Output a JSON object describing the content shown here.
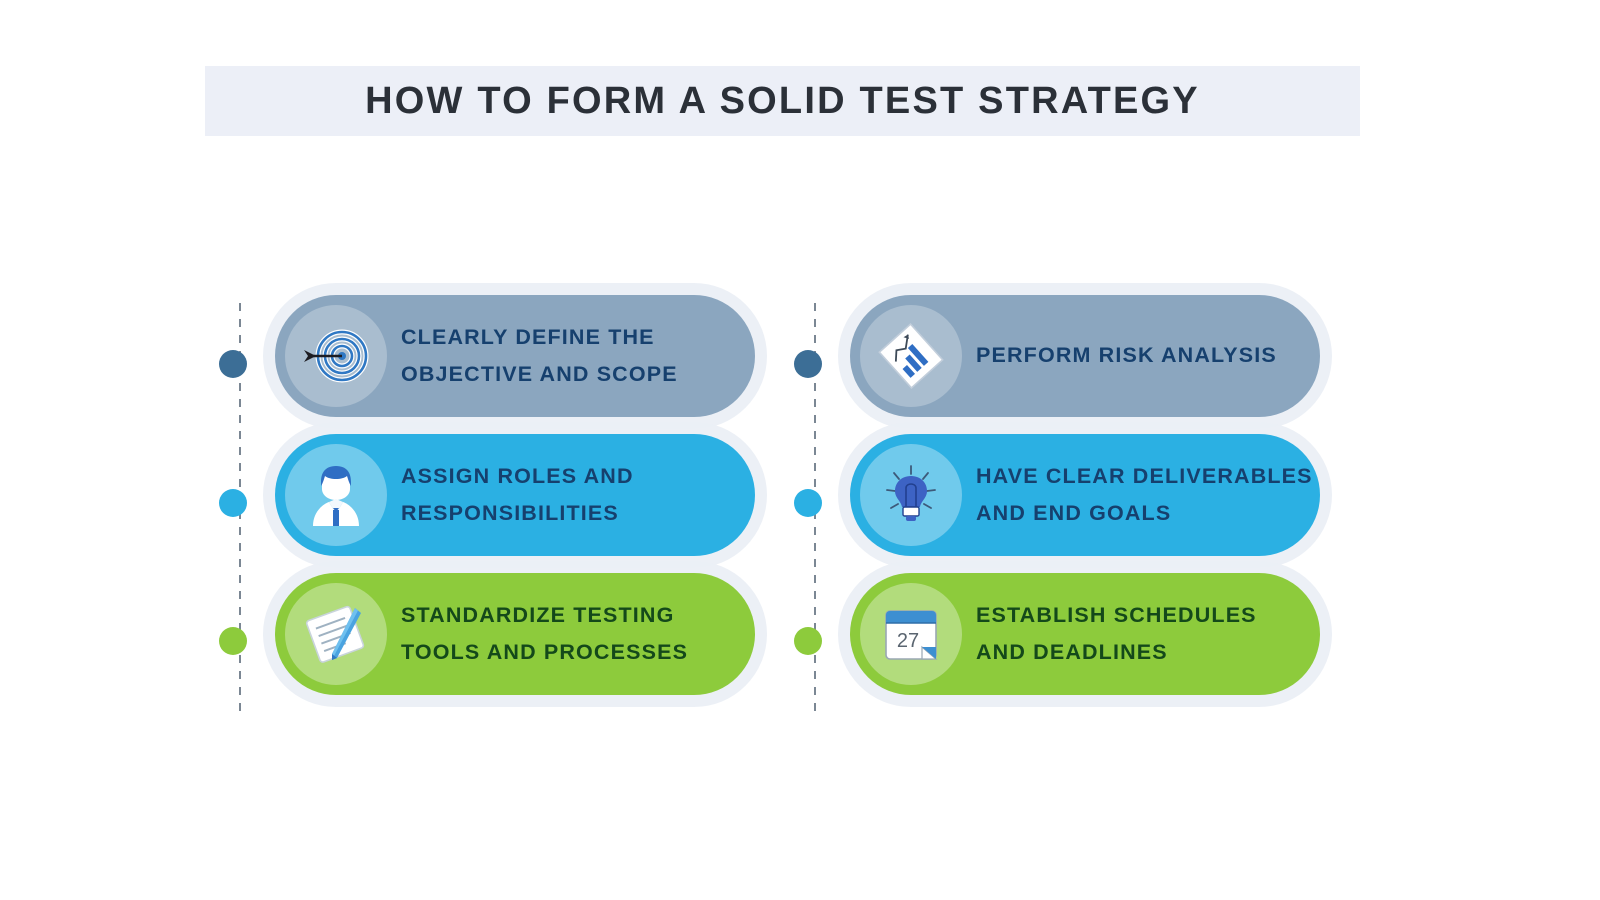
{
  "header": {
    "title": "HOW TO FORM A SOLID TEST STRATEGY",
    "banner_color": "#eceff7",
    "title_color": "#2b3038"
  },
  "theme": {
    "slate": "#8ba6bf",
    "cyan": "#2bb0e3",
    "green": "#8dcb3c",
    "dot_slate": "#3c6e96",
    "dot_cyan": "#2bb0e3",
    "dot_green": "#8dcb3c",
    "halo": "#ebeff6",
    "text_blue": "#16406e",
    "text_green": "#14491a",
    "rail": "#7b8794",
    "background": "#ffffff"
  },
  "columns": [
    {
      "name": "left-column",
      "steps": [
        {
          "icon": "target-dart-icon",
          "color": "slate",
          "lines": [
            "CLEARLY DEFINE THE",
            "OBJECTIVE AND SCOPE"
          ]
        },
        {
          "icon": "person-user-icon",
          "color": "cyan",
          "lines": [
            "ASSIGN ROLES AND",
            "RESPONSIBILITIES"
          ]
        },
        {
          "icon": "notepad-pen-icon",
          "color": "green",
          "lines": [
            "STANDARDIZE TESTING",
            "TOOLS AND PROCESSES"
          ]
        }
      ]
    },
    {
      "name": "right-column",
      "steps": [
        {
          "icon": "risk-chart-document-icon",
          "color": "slate",
          "lines": [
            "PERFORM RISK ANALYSIS"
          ]
        },
        {
          "icon": "lightbulb-icon",
          "color": "cyan",
          "lines": [
            "HAVE CLEAR DELIVERABLES",
            "AND END GOALS"
          ]
        },
        {
          "icon": "calendar-icon",
          "color": "green",
          "lines": [
            "ESTABLISH SCHEDULES",
            "AND DEADLINES"
          ],
          "calendar_day": "27"
        }
      ]
    }
  ]
}
